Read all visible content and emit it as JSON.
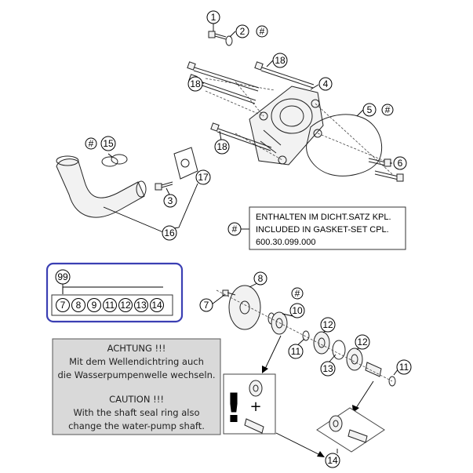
{
  "callouts": {
    "c1": "1",
    "c2": "2",
    "c2h": "#",
    "c3": "3",
    "c4": "4",
    "c5": "5",
    "c5h": "#",
    "c6": "6",
    "c7a": "7",
    "c8": "8",
    "c10h": "#",
    "c10": "10",
    "c11a": "11",
    "c11b": "11",
    "c12a": "12",
    "c12b": "12",
    "c13": "13",
    "c14": "14",
    "c15h": "#",
    "c15": "15",
    "c16": "16",
    "c17": "17",
    "c18a": "18",
    "c18b": "18",
    "c18c": "18",
    "noteh": "#"
  },
  "gasket_note": {
    "line1": "ENTHALTEN IM DICHT.SATZ KPL.",
    "line2": "INCLUDED IN GASKET-SET CPL.",
    "line3": "600.30.099.000"
  },
  "kit": {
    "label": "99",
    "items": [
      "7",
      "8",
      "9",
      "11",
      "12",
      "13",
      "14"
    ],
    "highlight_color": "#3b3fb3"
  },
  "warning": {
    "de_title": "ACHTUNG !!!",
    "de_line1": "Mit dem Wellendichtring auch",
    "de_line2": "die Wasserpumpenwelle wechseln.",
    "en_title": "CAUTION !!!",
    "en_line1": "With the shaft seal ring also",
    "en_line2": "change the water-pump shaft.",
    "panel_color": "#d9d9d9"
  },
  "symbol": {
    "exclamation": "!",
    "plus": "+"
  }
}
